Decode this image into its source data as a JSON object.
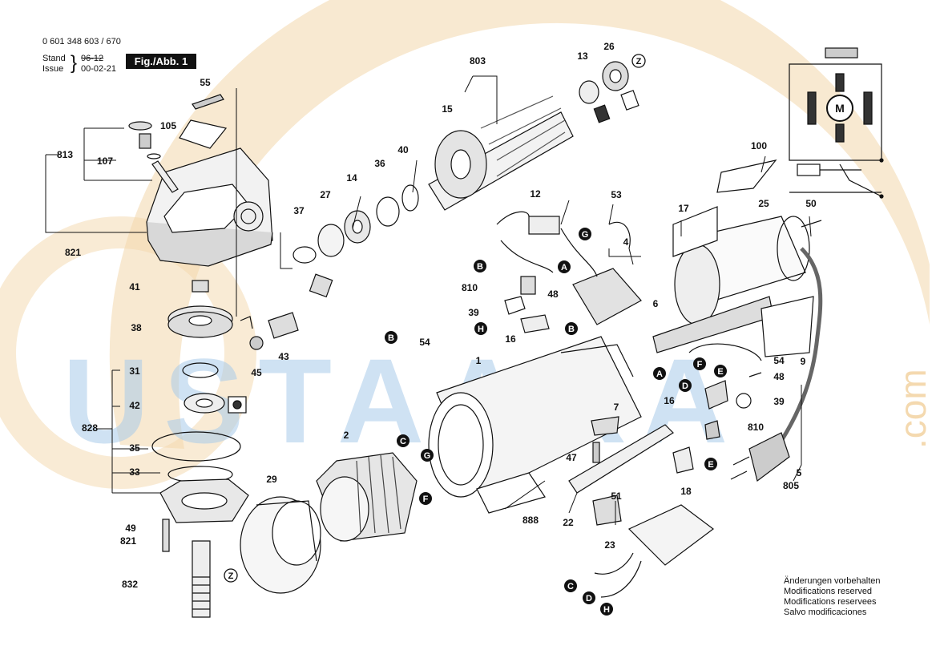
{
  "header": {
    "doc_number": "0 601 348 603 / 670",
    "stand_label": "Stand",
    "issue_label": "Issue",
    "old_date": "96-12",
    "issue_date": "00-02-21",
    "figure_label": "Fig./Abb. 1"
  },
  "watermark": {
    "text": "USTAARA",
    "suffix": ".com",
    "color_orange": "#f0c98e",
    "color_blue": "#9fc3e6"
  },
  "colors": {
    "line": "#111111",
    "shade": "#555555",
    "paper": "#ffffff"
  },
  "labels": [
    {
      "id": "55",
      "text": "55"
    },
    {
      "id": "105",
      "text": "105"
    },
    {
      "id": "813",
      "text": "813"
    },
    {
      "id": "107",
      "text": "107"
    },
    {
      "id": "821a",
      "text": "821"
    },
    {
      "id": "41",
      "text": "41"
    },
    {
      "id": "38",
      "text": "38"
    },
    {
      "id": "45",
      "text": "45"
    },
    {
      "id": "43",
      "text": "43"
    },
    {
      "id": "31",
      "text": "31"
    },
    {
      "id": "42",
      "text": "42"
    },
    {
      "id": "828",
      "text": "828"
    },
    {
      "id": "35",
      "text": "35"
    },
    {
      "id": "33",
      "text": "33"
    },
    {
      "id": "49",
      "text": "49"
    },
    {
      "id": "821b",
      "text": "821"
    },
    {
      "id": "832",
      "text": "832"
    },
    {
      "id": "29",
      "text": "29"
    },
    {
      "id": "2",
      "text": "2"
    },
    {
      "id": "37",
      "text": "37"
    },
    {
      "id": "27",
      "text": "27"
    },
    {
      "id": "14",
      "text": "14"
    },
    {
      "id": "36",
      "text": "36"
    },
    {
      "id": "40",
      "text": "40"
    },
    {
      "id": "803",
      "text": "803"
    },
    {
      "id": "15",
      "text": "15"
    },
    {
      "id": "13",
      "text": "13"
    },
    {
      "id": "26",
      "text": "26"
    },
    {
      "id": "12",
      "text": "12"
    },
    {
      "id": "53",
      "text": "53"
    },
    {
      "id": "4",
      "text": "4"
    },
    {
      "id": "810a",
      "text": "810"
    },
    {
      "id": "39a",
      "text": "39"
    },
    {
      "id": "48a",
      "text": "48"
    },
    {
      "id": "16a",
      "text": "16"
    },
    {
      "id": "6",
      "text": "6"
    },
    {
      "id": "54a",
      "text": "54"
    },
    {
      "id": "1",
      "text": "1"
    },
    {
      "id": "100",
      "text": "100"
    },
    {
      "id": "17",
      "text": "17"
    },
    {
      "id": "25",
      "text": "25"
    },
    {
      "id": "50",
      "text": "50"
    },
    {
      "id": "54b",
      "text": "54"
    },
    {
      "id": "48b",
      "text": "48"
    },
    {
      "id": "9",
      "text": "9"
    },
    {
      "id": "16b",
      "text": "16"
    },
    {
      "id": "39b",
      "text": "39"
    },
    {
      "id": "7",
      "text": "7"
    },
    {
      "id": "810b",
      "text": "810"
    },
    {
      "id": "47",
      "text": "47"
    },
    {
      "id": "18",
      "text": "18"
    },
    {
      "id": "5",
      "text": "5"
    },
    {
      "id": "805",
      "text": "805"
    },
    {
      "id": "888",
      "text": "888"
    },
    {
      "id": "22",
      "text": "22"
    },
    {
      "id": "51",
      "text": "51"
    },
    {
      "id": "23",
      "text": "23"
    }
  ],
  "connectors": [
    {
      "id": "c1",
      "text": "C"
    },
    {
      "id": "c2",
      "text": "G"
    },
    {
      "id": "c3",
      "text": "F"
    },
    {
      "id": "c4",
      "text": "Z"
    },
    {
      "id": "c5",
      "text": "Z"
    },
    {
      "id": "c6",
      "text": "B"
    },
    {
      "id": "c7",
      "text": "A"
    },
    {
      "id": "c8",
      "text": "H"
    },
    {
      "id": "c9",
      "text": "B"
    },
    {
      "id": "c10",
      "text": "G"
    },
    {
      "id": "c11",
      "text": "B"
    },
    {
      "id": "c12",
      "text": "A"
    },
    {
      "id": "c13",
      "text": "F"
    },
    {
      "id": "c14",
      "text": "E"
    },
    {
      "id": "c15",
      "text": "D"
    },
    {
      "id": "c16",
      "text": "E"
    },
    {
      "id": "c17",
      "text": "C"
    },
    {
      "id": "c18",
      "text": "D"
    },
    {
      "id": "c19",
      "text": "H"
    }
  ],
  "notes": [
    "Änderungen vorbehalten",
    "Modifications reserved",
    "Modifications reservees",
    "Salvo modificaciones"
  ]
}
